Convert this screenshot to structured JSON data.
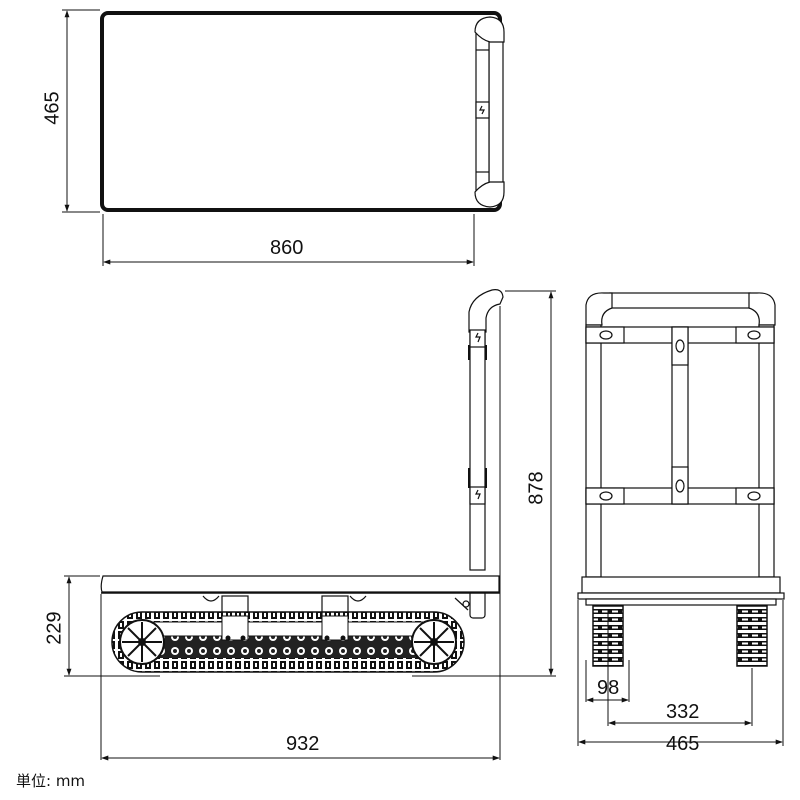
{
  "drawing": {
    "type": "technical-dimension-drawing",
    "subject": "crawler-track platform cart (stair-climbing)",
    "line_color": "#111111",
    "background": "#ffffff"
  },
  "views": {
    "top": {
      "name": "top view",
      "dimensions": {
        "width": "860",
        "depth": "465"
      }
    },
    "side": {
      "name": "side view",
      "dimensions": {
        "overall_length": "932",
        "overall_height": "878",
        "deck_height": "229"
      }
    },
    "front": {
      "name": "front view",
      "dimensions": {
        "track_width": "98",
        "track_center_distance": "332",
        "overall_width": "465"
      }
    }
  },
  "unit_label": "単位: mm"
}
